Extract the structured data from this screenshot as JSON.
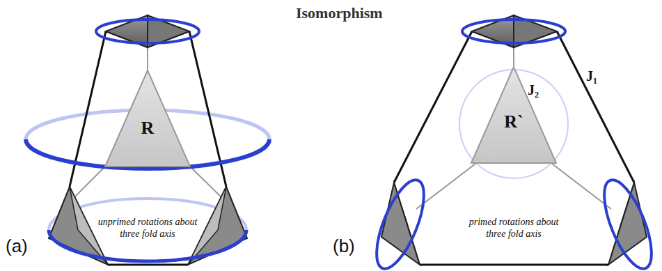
{
  "diagram": {
    "nodes": [
      {
        "text": [
          "R"
        ]
      },
      {
        "text": [
          "R`"
        ]
      }
    ],
    "labels": [
      "Isomorphism",
      "unprimed rotations about three fold axis",
      "(a)",
      "J₁",
      "J₂",
      "primed rotations about three fold axis",
      "(b)"
    ]
  }
}
